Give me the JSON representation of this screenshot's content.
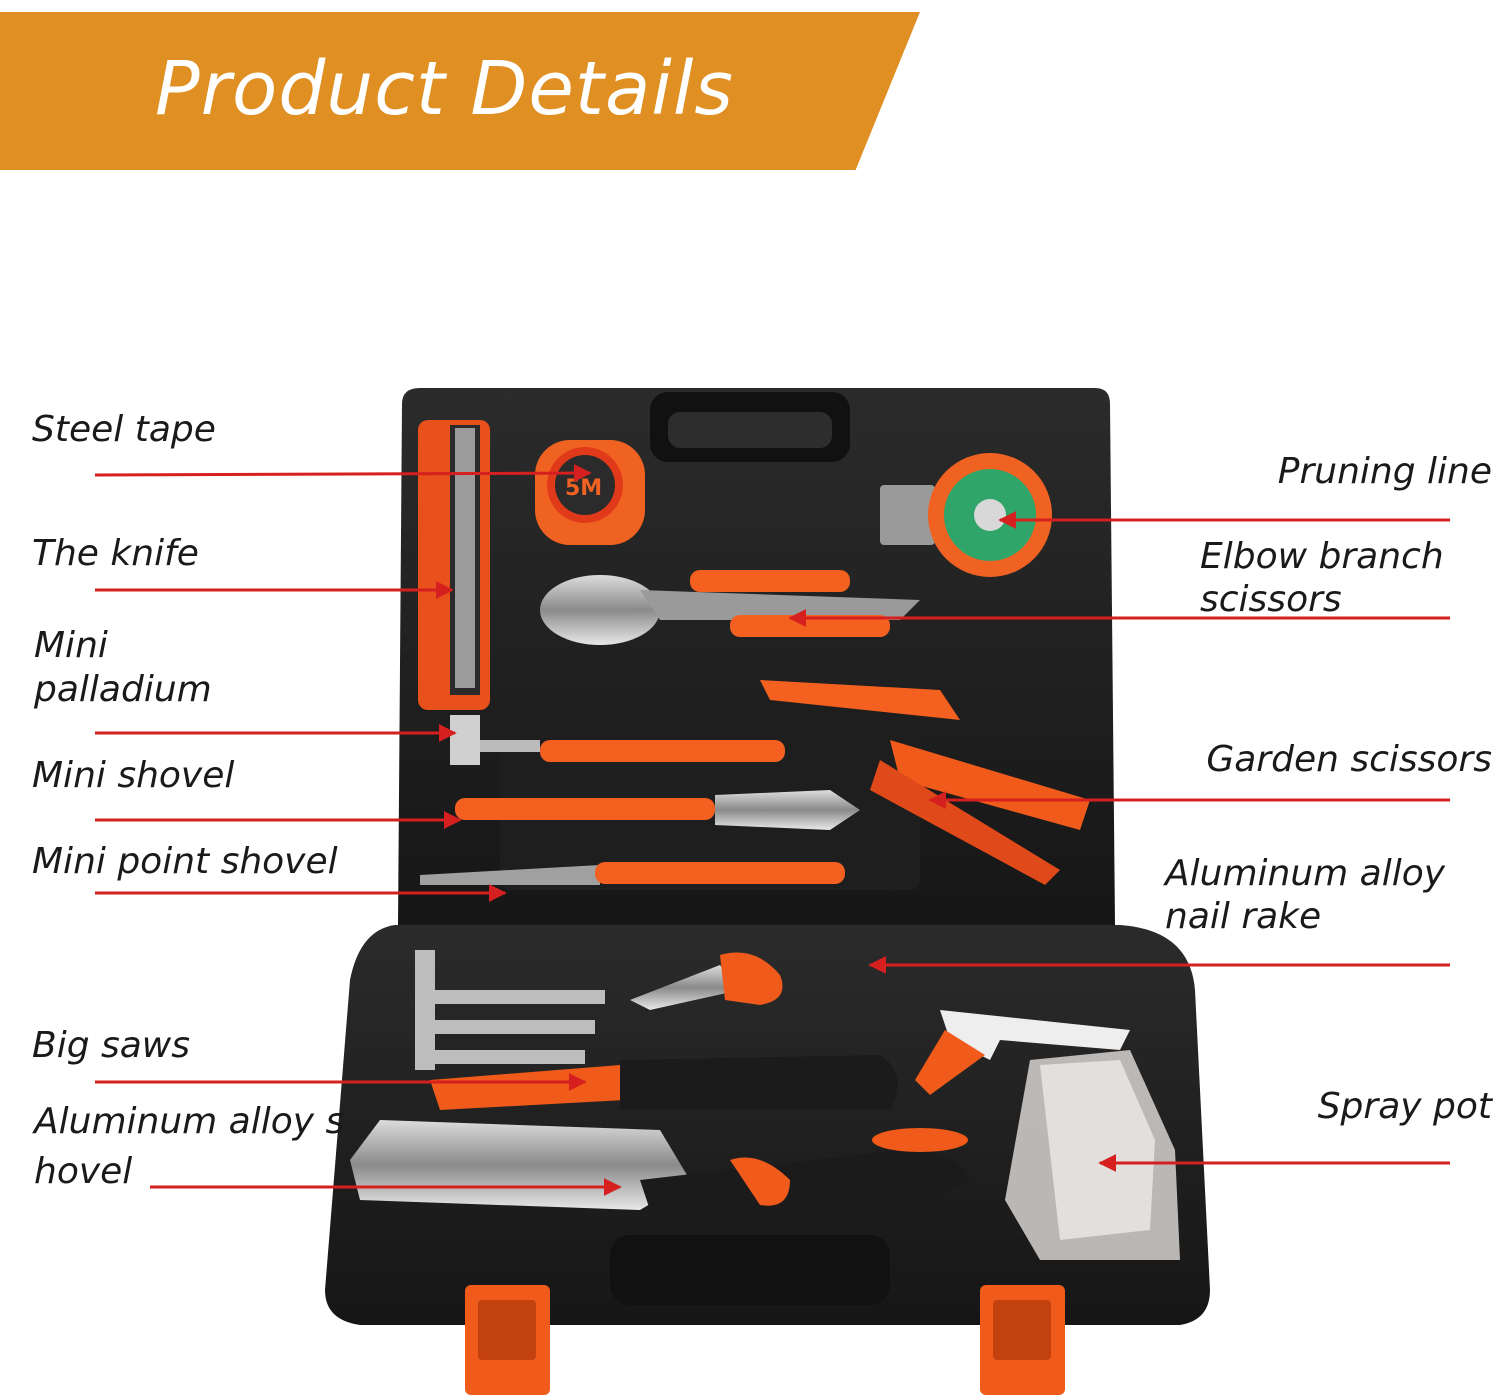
{
  "banner": {
    "title": "Product Details",
    "color": "#e08f22"
  },
  "leader_color": "#d61f1f",
  "labels": {
    "steel_tape": "Steel tape",
    "the_knife": "The knife",
    "mini_palladium_1": "Mini",
    "mini_palladium_2": "palladium",
    "mini_shovel": "Mini shovel",
    "mini_point_shovel": "Mini point shovel",
    "big_saws": "Big saws",
    "aluminum_shovel_1": "Aluminum alloy s",
    "aluminum_shovel_2": "hovel",
    "pruning_line": "Pruning line",
    "elbow_scissors_1": "Elbow branch",
    "elbow_scissors_2": "scissors",
    "garden_scissors": "Garden scissors",
    "nail_rake_1": "Aluminum alloy",
    "nail_rake_2": "nail rake",
    "spray_pot": "Spray pot"
  },
  "tape_marking": "5M"
}
